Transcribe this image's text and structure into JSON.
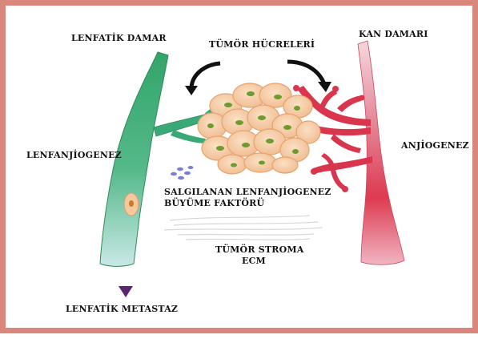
{
  "labels": {
    "lymphatic_vessel": "LENFATİK DAMAR",
    "tumor_cells": "TÜMÖR HÜCRELERİ",
    "blood_vessel": "KAN DAMARI",
    "lymphangiogenesis": "LENFANJİOGENEZ",
    "angiogenesis": "ANJİOGENEZ",
    "secreted_factors_line1": "SALGILANAN LENFANJİOGENEZ",
    "secreted_factors_line2": "BÜYÜME FAKTÖRÜ",
    "tumor_stroma_line1": "TÜMÖR STROMA",
    "tumor_stroma_line2": "ECM",
    "lymphatic_metastasis": "LENFATİK METASTAZ"
  },
  "colors": {
    "frame": "#d9877c",
    "lymphatic_green": "#3dab73",
    "lymphatic_light": "#b9e0dc",
    "blood_red": "#e0394f",
    "blood_light": "#f3c3cf",
    "tumor_cell_fill": "#f5c9a1",
    "tumor_nucleus": "#6e9b2c",
    "metastasis_arrow": "#6a2d7c",
    "factor_dots": "#7b7fd0"
  }
}
